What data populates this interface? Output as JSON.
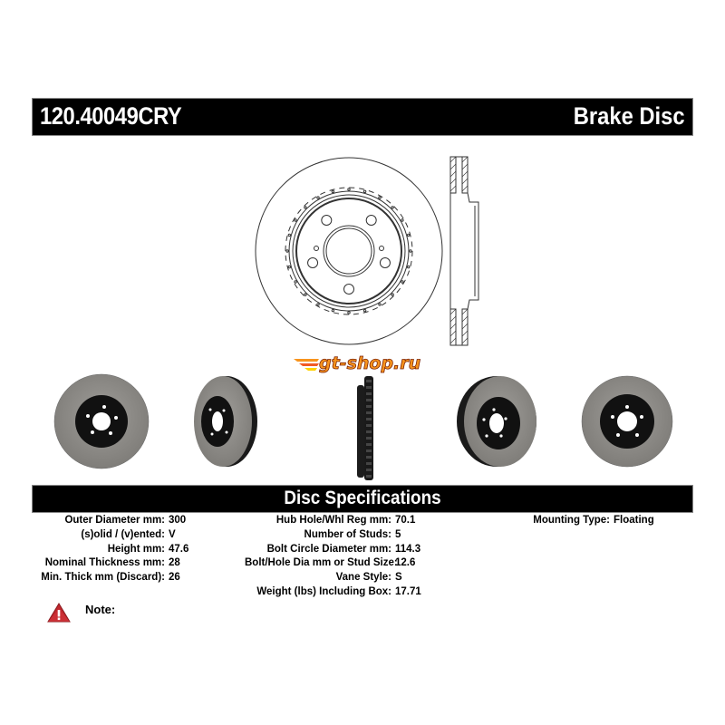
{
  "header": {
    "part_number": "120.40049CRY",
    "product_type": "Brake Disc"
  },
  "drawing": {
    "front_view_icon": "brake-disc-line-drawing",
    "side_view_icon": "brake-disc-cross-section"
  },
  "watermark": {
    "text": "gt-shop.ru",
    "colors": {
      "primary": "#f7941d",
      "secondary": "#ffd200",
      "outline": "#7a1f00"
    }
  },
  "photos": [
    {
      "view": "front"
    },
    {
      "view": "angled-left"
    },
    {
      "view": "side-profile"
    },
    {
      "view": "angled-right"
    },
    {
      "view": "back"
    }
  ],
  "specs": {
    "title": "Disc Specifications",
    "column1": [
      {
        "label": "Outer Diameter mm:",
        "value": "300"
      },
      {
        "label": "(s)olid / (v)ented:",
        "value": "V"
      },
      {
        "label": "Height mm:",
        "value": "47.6"
      },
      {
        "label": "Nominal Thickness mm:",
        "value": "28"
      },
      {
        "label": "Min. Thick mm (Discard):",
        "value": "26"
      }
    ],
    "column2": [
      {
        "label": "Hub Hole/Whl Reg mm:",
        "value": "70.1"
      },
      {
        "label": "Number of Studs:",
        "value": "5"
      },
      {
        "label": "Bolt Circle Diameter mm:",
        "value": "114.3"
      },
      {
        "label": "Bolt/Hole Dia mm or Stud Size:",
        "value": "12.6"
      },
      {
        "label": "Vane Style:",
        "value": "S"
      },
      {
        "label": "Weight (lbs) Including Box:",
        "value": "17.71"
      }
    ],
    "column3": [
      {
        "label": "Mounting Type:",
        "value": "Floating"
      }
    ]
  },
  "note": {
    "icon": "warning-triangle-icon",
    "label": "Note:",
    "icon_color": "#c0272d"
  },
  "colors": {
    "bar_background": "#000000",
    "bar_text": "#ffffff",
    "rotor_face": "#8a8884",
    "rotor_hat": "#111111"
  }
}
